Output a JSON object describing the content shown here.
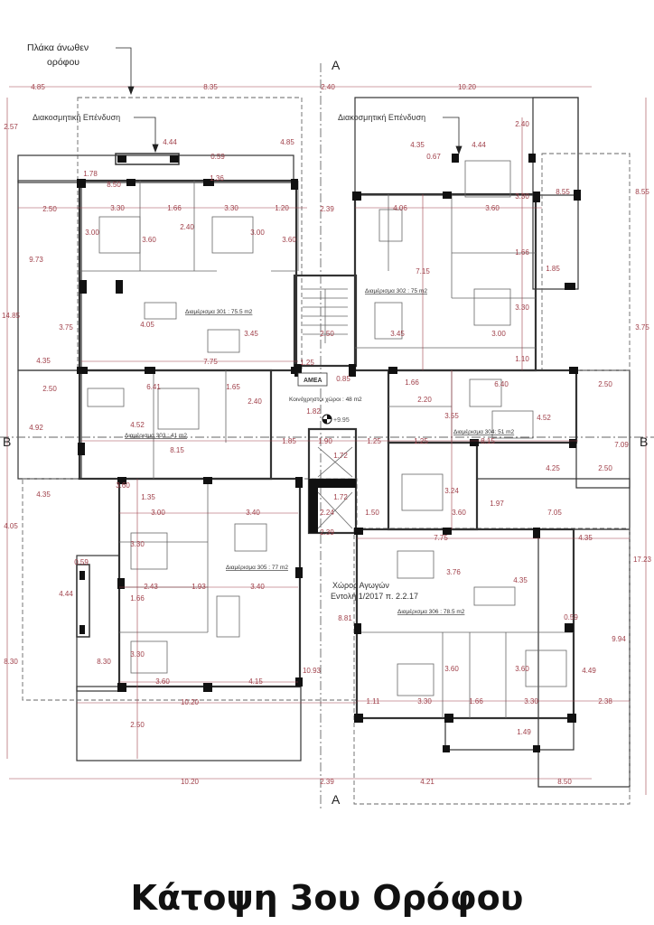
{
  "title": "Κάτοψη 3ου Ορόφου",
  "annotations": {
    "slab_above_line1": "Πλάκα άνωθεν",
    "slab_above_line2": "ορόφου",
    "decorative_cladding_left": "Διακοσμητική Επένδυση",
    "decorative_cladding_right": "Διακοσμητική Επένδυση",
    "ducts_line1": "Χώρος Αγωγών",
    "ducts_line2": "Εντολή 1/2017 π. 2.2.17",
    "common_areas": "Κοινόχρηστοι χώροι : 48 m2",
    "accessible_wc": "ΑΜΕΑ",
    "level": "+9.95"
  },
  "section_markers": {
    "a_top": "A",
    "a_bottom": "A",
    "b_left": "B",
    "b_right": "B"
  },
  "apartments": [
    {
      "label": "Διαμέρισμα 301 : 75.5 m2"
    },
    {
      "label": "Διαμέρισμα 302 : 75 m2"
    },
    {
      "label": "Διαμέρισμα 303 : 41 m2"
    },
    {
      "label": "Διαμέρισμα 304: 51 m2"
    },
    {
      "label": "Διαμέρισμα 305 : 77 m2"
    },
    {
      "label": "Διαμέρισμα 306 : 78.5 m2"
    }
  ],
  "dimensions": [
    "4.85",
    "8.35",
    "2.40",
    "10.20",
    "2.57",
    "4.85",
    "4.44",
    "0.59",
    "1.78",
    "8.50",
    "1.36",
    "2.50",
    "3.30",
    "1.66",
    "3.30",
    "1.20",
    "3.00",
    "3.60",
    "2.40",
    "3.00",
    "3.60",
    "9.73",
    "14.85",
    "4.05",
    "3.45",
    "3.75",
    "7.75",
    "4.35",
    "2.50",
    "6.41",
    "1.65",
    "2.40",
    "4.92",
    "4.52",
    "8.15",
    "1.85",
    "1.90",
    "1.25",
    "4.35",
    "3.60",
    "1.35",
    "3.00",
    "3.40",
    "4.05",
    "3.30",
    "0.59",
    "2.43",
    "1.93",
    "3.40",
    "1.66",
    "4.44",
    "3.30",
    "8.30",
    "8.30",
    "3.60",
    "4.15",
    "10.93",
    "10.20",
    "2.50",
    "10.20",
    "2.39",
    "4.21",
    "8.50",
    "2.39",
    "4.06",
    "3.60",
    "4.35",
    "4.44",
    "0.67",
    "2.40",
    "3.30",
    "8.55",
    "8.55",
    "1.66",
    "1.85",
    "7.15",
    "3.30",
    "2.50",
    "3.45",
    "3.00",
    "3.75",
    "1.10",
    "1.25",
    "0.85",
    "1.66",
    "6.40",
    "2.50",
    "2.20",
    "3.55",
    "4.52",
    "1.25",
    "8.15",
    "7.09",
    "1.82",
    "1.72",
    "4.25",
    "2.50",
    "3.24",
    "1.72",
    "1.97",
    "2.24",
    "1.50",
    "3.60",
    "7.05",
    "2.39",
    "7.75",
    "4.35",
    "17.23",
    "3.76",
    "4.35",
    "8.81",
    "0.59",
    "9.94",
    "3.60",
    "3.60",
    "4.49",
    "1.11",
    "3.30",
    "1.66",
    "3.30",
    "2.38",
    "1.49"
  ]
}
